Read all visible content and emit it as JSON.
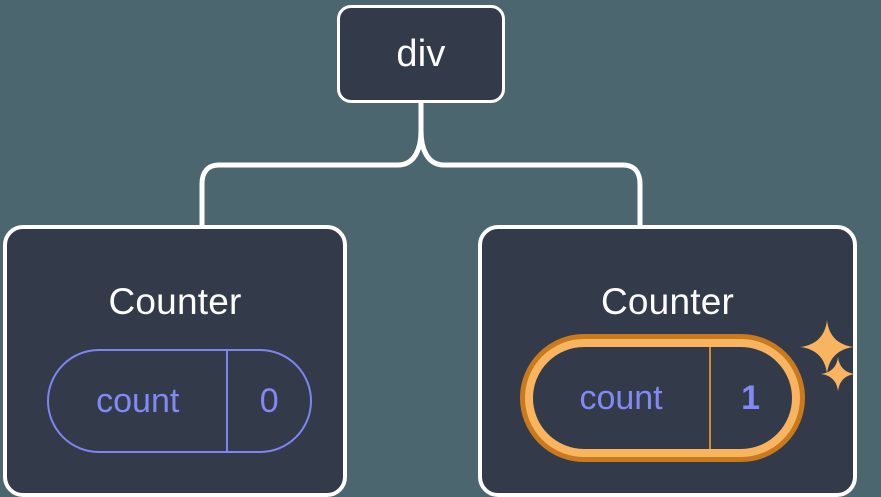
{
  "diagram": {
    "type": "component-tree",
    "background_color": "#4c666f",
    "node_fill_color": "#333b4a",
    "node_border_color": "#ffffff",
    "state_color": "#8289f5",
    "highlight_outer_color": "#c87a1d",
    "highlight_inner_color": "#f9b45f",
    "sparkle_color": "#f9b45f"
  },
  "root": {
    "label": "div"
  },
  "children": [
    {
      "title": "Counter",
      "state": {
        "key": "count",
        "value": "0"
      },
      "highlighted": false
    },
    {
      "title": "Counter",
      "state": {
        "key": "count",
        "value": "1"
      },
      "highlighted": true
    }
  ],
  "icons": {
    "sparkle_large": "sparkle-icon",
    "sparkle_small": "sparkle-icon"
  }
}
